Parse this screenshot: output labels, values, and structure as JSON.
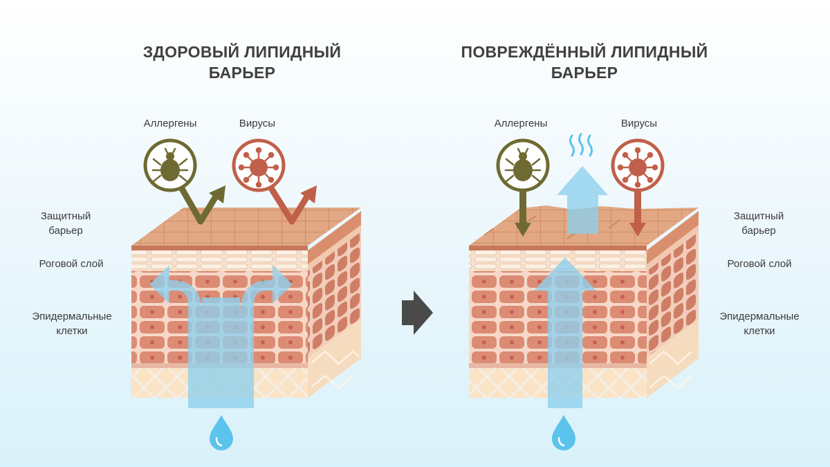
{
  "left_panel": {
    "title_line1": "ЗДОРОВЫЙ ЛИПИДНЫЙ",
    "title_line2": "БАРЬЕР",
    "allergens_label": "Аллергены",
    "viruses_label": "Вирусы",
    "layers": {
      "barrier_line1": "Защитный",
      "barrier_line2": "барьер",
      "stratum": "Роговой слой",
      "epidermal_line1": "Эпидермальные",
      "epidermal_line2": "клетки"
    }
  },
  "right_panel": {
    "title_line1": "ПОВРЕЖДЁННЫЙ ЛИПИДНЫЙ",
    "title_line2": "БАРЬЕР",
    "allergens_label": "Аллергены",
    "viruses_label": "Вирусы",
    "layers": {
      "barrier_line1": "Защитный",
      "barrier_line2": "барьер",
      "stratum": "Роговой слой",
      "epidermal_line1": "Эпидермальные",
      "epidermal_line2": "клетки"
    }
  },
  "colors": {
    "allergen": "#6e6a32",
    "virus": "#c0604a",
    "water": "#5cc3ec",
    "flow": "#8ed0ee",
    "top_tiles": "#e1a883",
    "cells": "#dc8c74",
    "stratum": "#f7e2cf",
    "base": "#fbe3c6",
    "arrow": "#4a4a4a"
  }
}
